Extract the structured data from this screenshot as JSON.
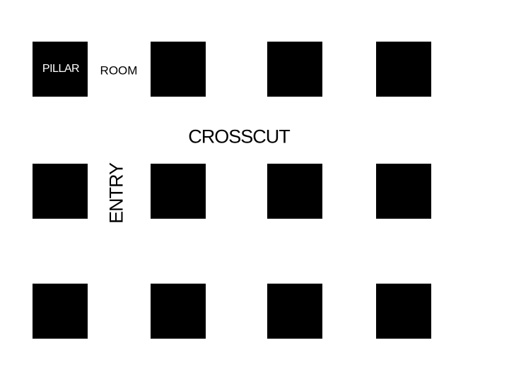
{
  "slide": {
    "background": "#ffffff",
    "labels": {
      "pillar": "PILLAR",
      "room": "ROOM",
      "crosscut": "CROSSCUT",
      "entry": "ENTRY"
    },
    "colors": {
      "pillar_fill": "#000000",
      "pillar_label_text": "#ffffff",
      "label_text": "#000000"
    },
    "pillar_grid": {
      "rows": 3,
      "cols": 4,
      "square_size": 78,
      "col_x": [
        46,
        213,
        378,
        532
      ],
      "row_y": [
        59,
        232,
        402
      ]
    }
  }
}
